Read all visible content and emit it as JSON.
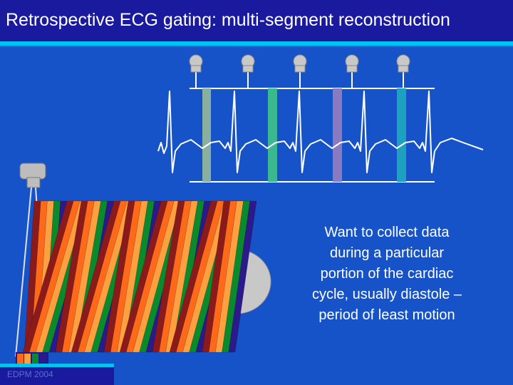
{
  "slide": {
    "title": "Retrospective ECG gating: multi-segment reconstruction",
    "body_lines": [
      "Want to collect data",
      "during a particular",
      "portion of the cardiac",
      "cycle, usually diastole –",
      "period of least motion"
    ],
    "footer": "EDPM 2004"
  },
  "colors": {
    "background": "#1652c8",
    "title_bar": "#1a1a9e",
    "accent_rule": "#00c4f0",
    "ecg_trace": "#ffffff",
    "gate_window_colors": [
      "#8aaea0",
      "#3cb890",
      "#8a7ac0",
      "#1ea0c0"
    ],
    "helix_stripe_colors": [
      "#8b1a1a",
      "#ff6a1a",
      "#ffa040",
      "#0a8a2a",
      "#2a1a8a"
    ]
  },
  "icons": {
    "x_ray_source": "x-ray-source-icon",
    "gate_marker": "gate-marker-icon",
    "ct_table": "ct-table-icon"
  }
}
